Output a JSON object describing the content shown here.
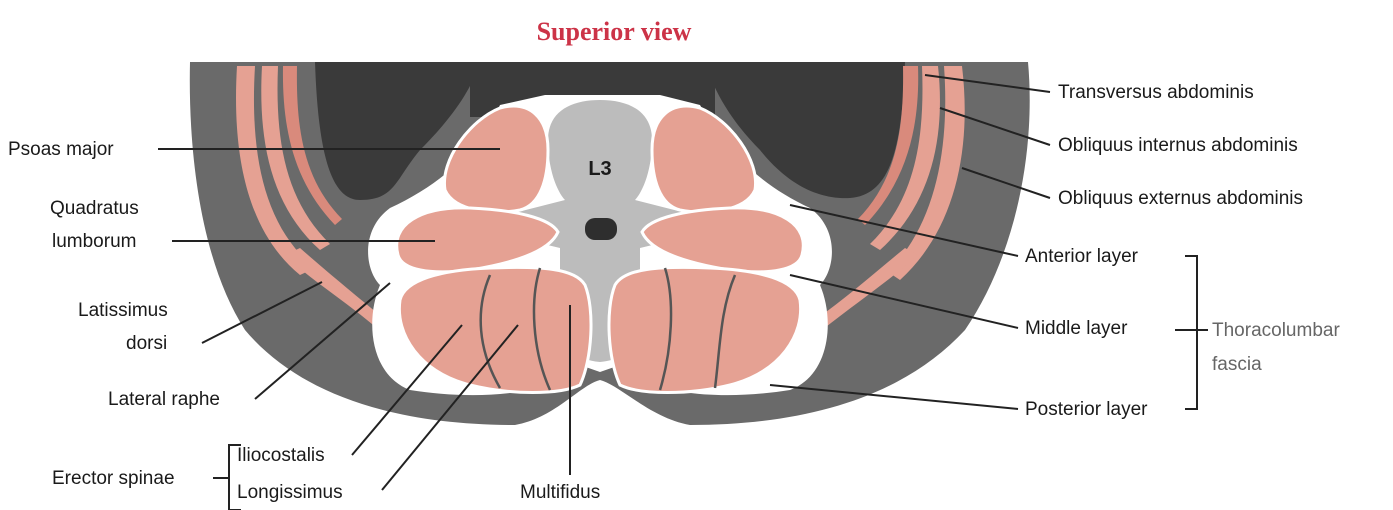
{
  "title": "Superior view",
  "vertebra_label": "L3",
  "labels": {
    "psoas_major": "Psoas major",
    "quadratus_line1": "Quadratus",
    "quadratus_line2": "lumborum",
    "latissimus_line1": "Latissimus",
    "latissimus_line2": "dorsi",
    "lateral_raphe": "Lateral raphe",
    "erector_spinae": "Erector spinae",
    "iliocostalis": "Iliocostalis",
    "longissimus": "Longissimus",
    "multifidus": "Multifidus",
    "transversus": "Transversus abdominis",
    "obliquus_internus": "Obliquus internus abdominis",
    "obliquus_externus": "Obliquus externus abdominis",
    "anterior_layer": "Anterior layer",
    "middle_layer": "Middle layer",
    "posterior_layer": "Posterior layer",
    "thoracolumbar_line1": "Thoracolumbar",
    "thoracolumbar_line2": "fascia"
  },
  "colors": {
    "muscle": "#e5a193",
    "muscle_dark": "#d98a7c",
    "tissue": "#6a6a6a",
    "cavity": "#3a3a3a",
    "bone": "#bcbcbc",
    "fascia": "#ffffff",
    "title": "#cc3347"
  }
}
